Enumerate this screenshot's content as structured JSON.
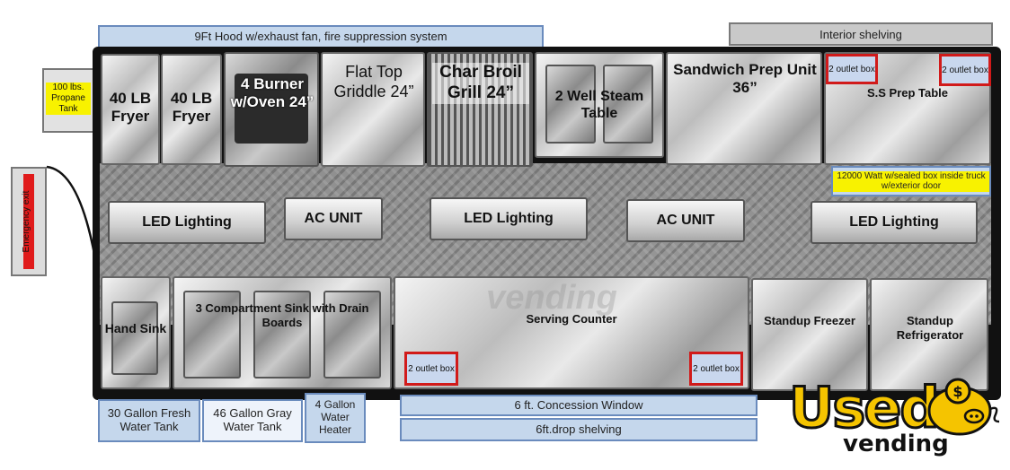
{
  "top_labels": {
    "hood": "9Ft Hood w/exhaust fan, fire suppression system",
    "interior_shelving": "Interior shelving"
  },
  "propane": "100 lbs. Propane Tank",
  "emergency_exit": "Emergency exit",
  "equipment_top": {
    "fryer1": "40 LB Fryer",
    "fryer2": "40 LB Fryer",
    "burner": "4 Burner w/Oven 24”",
    "griddle": "Flat Top Griddle 24”",
    "charbroil": "Char Broil Grill 24”",
    "steam_table": "2 Well Steam Table",
    "sandwich_prep": "Sandwich Prep Unit 36”",
    "prep_table": "S.S Prep Table",
    "outlet_label": "2 outlet box",
    "generator": "12000 Watt w/sealed box inside truck w/exterior door"
  },
  "ceiling": {
    "led": "LED Lighting",
    "ac": "AC UNIT"
  },
  "equipment_bottom": {
    "hand_sink": "Hand Sink",
    "comp_sink": "3 Compartment Sink with Drain Boards",
    "serving_counter": "Serving Counter",
    "freezer": "Standup Freezer",
    "refrigerator": "Standup Refrigerator",
    "watermark": "vending"
  },
  "bottom_labels": {
    "fresh_water": "30 Gallon Fresh Water Tank",
    "gray_water": "46 Gallon Gray Water Tank",
    "water_heater": "4 Gallon Water Heater",
    "concession_window": "6 ft. Concession Window",
    "drop_shelving": "6ft.drop shelving"
  },
  "logo": {
    "word1": "Used",
    "word2": "vending"
  }
}
